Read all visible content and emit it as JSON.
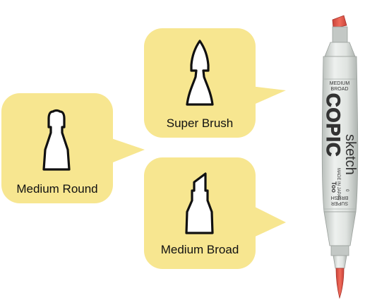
{
  "nibs": {
    "medium_round": {
      "label": "Medium Round"
    },
    "super_brush": {
      "label": "Super Brush"
    },
    "medium_broad": {
      "label": "Medium Broad"
    }
  },
  "marker": {
    "brand": "COPIC",
    "line": "sketch",
    "top_cap_label": [
      "MEDIUM",
      "BROAD"
    ],
    "maker_text": [
      "MADE IN JAPAN",
      "Too",
      "0"
    ],
    "bottom_cap_label": [
      "SUPER",
      "BRUSH"
    ]
  },
  "colors": {
    "bubble": "#f7e690",
    "nib_tip": "#e55a4a",
    "marker_body": "#d4d9d6"
  }
}
